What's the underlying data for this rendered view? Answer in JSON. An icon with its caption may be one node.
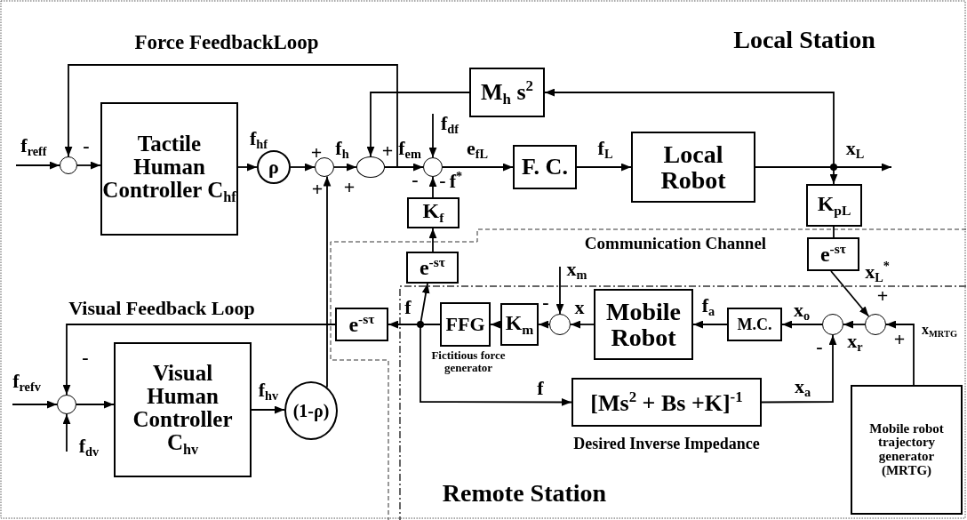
{
  "diagram": {
    "nodes": [
      {
        "text": [],
        "shape": "circle"
      },
      {
        "text": [
          "Tactile Human Controller C$_{hf}$"
        ]
      },
      {
        "text": [
          "ρ"
        ]
      },
      {
        "text": [],
        "shape": "circle"
      },
      {
        "text": [
          "M$_{h}$ s$^{2}$"
        ]
      },
      {
        "text": [],
        "shape": "circle"
      },
      {
        "text": [],
        "shape": "circle"
      },
      {
        "text": [
          "F. C."
        ]
      },
      {
        "text": [
          "Local Robot"
        ]
      },
      {
        "text": [
          "K$_{f}$"
        ]
      },
      {
        "text": [
          "K$_{pL}$"
        ]
      },
      {
        "text": [
          "e$^{-sτ}$"
        ]
      },
      {
        "text": [
          "e$^{-sτ}$"
        ]
      },
      {
        "text": [
          "e$^{-sτ}$"
        ]
      },
      {
        "text": [
          "FFG"
        ],
        "beside": [
          "Fictitious force generator"
        ]
      },
      {
        "text": [
          "K$_{m}$"
        ]
      },
      {
        "text": [],
        "shape": "circle"
      },
      {
        "text": [
          "Mobile Robot"
        ]
      },
      {
        "text": [
          "M.C."
        ]
      },
      {
        "text": [],
        "shape": "circle"
      },
      {
        "text": [],
        "shape": "circle"
      },
      {
        "text": [
          "[Ms$^{2}$ + Bs +K]$^{-1}$"
        ],
        "beside": [
          "Desired Inverse Impedance"
        ]
      },
      {
        "text": [
          "Mobile robot trajectory generator (MRTG)"
        ]
      },
      {
        "text": [],
        "shape": "circle"
      },
      {
        "text": [
          "Visual Human Controller C$_{hv}$"
        ]
      },
      {
        "text": [
          "(1-ρ)"
        ]
      }
    ],
    "edges": [
      {
        "from": null,
        "to": 0,
        "arrow": "to",
        "label": "f$_{reff}$"
      },
      {
        "from": 0,
        "to": 1,
        "arrow": "to"
      },
      {
        "from": 1,
        "to": 2,
        "arrow": "to",
        "label": "f$_{hf}$"
      },
      {
        "from": 2,
        "to": 3,
        "arrow": "to"
      },
      {
        "from": 3,
        "to": 5,
        "arrow": "to",
        "label": "f$_{h}$"
      },
      {
        "from": 5,
        "to": 6,
        "arrow": "to",
        "label": "f$_{em}$"
      },
      {
        "from": 5,
        "to": 0,
        "arrow": "to"
      },
      {
        "from": null,
        "to": 6,
        "arrow": "to",
        "label": "f$_{df}$"
      },
      {
        "from": 6,
        "to": 7,
        "arrow": "to",
        "label": "e$_{fL}$"
      },
      {
        "from": 7,
        "to": 8,
        "arrow": "to",
        "label": "f$_{L}$"
      },
      {
        "from": 8,
        "to": null,
        "arrow": "to",
        "label": "x$_{L}$"
      },
      {
        "from": 8,
        "to": 4,
        "arrow": "to"
      },
      {
        "from": 4,
        "to": 5,
        "arrow": "to"
      },
      {
        "from": 8,
        "to": 10,
        "arrow": "to"
      },
      {
        "from": 10,
        "to": 12,
        "arrow": "none"
      },
      {
        "from": 12,
        "to": 20,
        "arrow": "to",
        "label": "x$_{L}$$^{*}$"
      },
      {
        "from": 9,
        "to": 6,
        "arrow": "to",
        "label": "f$^{*}$"
      },
      {
        "from": 11,
        "to": 9,
        "arrow": "to"
      },
      {
        "from": 14,
        "to": 11,
        "arrow": "to"
      },
      {
        "from": 14,
        "to": 13,
        "arrow": "to",
        "label": "f"
      },
      {
        "from": 13,
        "to": 23,
        "arrow": "to"
      },
      {
        "from": 14,
        "to": 21,
        "arrow": "to",
        "label": "f"
      },
      {
        "from": 15,
        "to": 14,
        "arrow": "to"
      },
      {
        "from": 16,
        "to": 15,
        "arrow": "to"
      },
      {
        "from": null,
        "to": 16,
        "arrow": "to",
        "label": "x$_{m}$"
      },
      {
        "from": 17,
        "to": 16,
        "arrow": "to",
        "label": "x"
      },
      {
        "from": 18,
        "to": 17,
        "arrow": "to",
        "label": "f$_{a}$"
      },
      {
        "from": 19,
        "to": 18,
        "arrow": "to",
        "label": "x$_{o}$"
      },
      {
        "from": 20,
        "to": 19,
        "arrow": "to",
        "label": "x$_{r}$"
      },
      {
        "from": 22,
        "to": 20,
        "arrow": "to",
        "label": "x$_{MRTG}$"
      },
      {
        "from": 21,
        "to": 19,
        "arrow": "to",
        "label": "x$_{a}$"
      },
      {
        "from": null,
        "to": 23,
        "arrow": "to",
        "label": "f$_{refv}$"
      },
      {
        "from": null,
        "to": 23,
        "arrow": "to",
        "label": "f$_{dv}$"
      },
      {
        "from": 23,
        "to": 24,
        "arrow": "to"
      },
      {
        "from": 24,
        "to": 25,
        "arrow": "to",
        "label": "f$_{hv}$"
      },
      {
        "from": 25,
        "to": 3,
        "arrow": "to"
      }
    ],
    "labels": [
      "Force FeedbackLoop",
      "Local Station",
      "-",
      "+",
      "+",
      "+",
      "+",
      "-",
      "-",
      "Communication Channel",
      "Visual Feedback Loop",
      "-",
      "+",
      "-",
      "+",
      "-",
      "Remote Station"
    ]
  }
}
